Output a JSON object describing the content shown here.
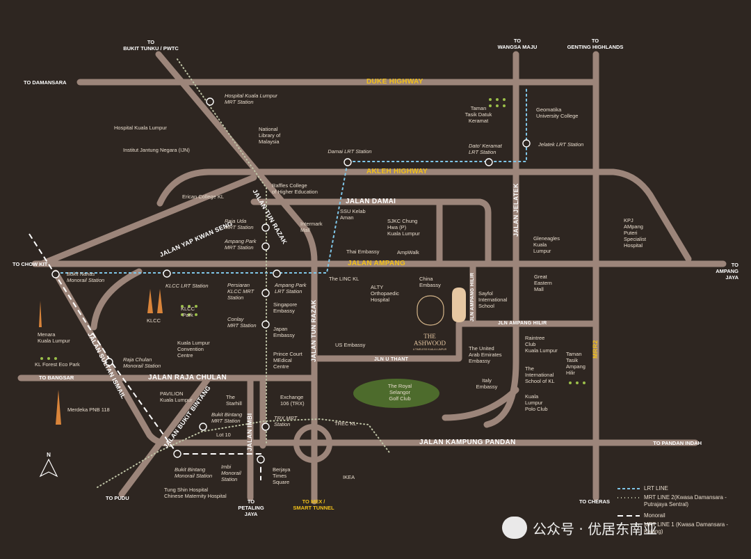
{
  "roads": {
    "duke_highway": "DUKE HIGHWAY",
    "akleh_highway": "AKLEH HIGHWAY",
    "jalan_damai": "JALAN DAMAI",
    "jalan_ampang": "JALAN AMPANG",
    "jalan_tun_razak_n": "JALAN TUN RAZAK",
    "jalan_tun_razak_s": "JALAN TUN RAZAK",
    "jalan_yap_kwan_seng": "JALAN YAP KWAN SENG",
    "jalan_jelatek": "JALAN JELATEK",
    "jalan_raja_chulan": "JALAN RAJA CHULAN",
    "jalan_sultan_ismail": "JALAN SULTAN ISMAIL",
    "jalan_bukit_bintang": "JALAN BUKIT BINTANG",
    "jalan_imbi": "JALAN IMBI",
    "jalan_kampung_pandan": "JALAN KAMPUNG PANDAN",
    "jln_u_thant": "JLN U THANT",
    "jln_ampang_hilir": "JLN AMPANG HILIR",
    "jln_ampang_hilir_v": "JLN AMPANG HILIR",
    "mrr2": "MRR2"
  },
  "directions": {
    "bukit_tunku": "TO\nBUKIT TUNKU / PWTC",
    "wangsa_maju": "TO\nWANGSA MAJU",
    "genting": "TO\nGENTING HIGHLANDS",
    "damansara": "TO DAMANSARA",
    "chow_kit": "TO CHOW KIT",
    "ampang_jaya": "TO AMPANG JAYA",
    "bangsar": "TO BANGSAR",
    "pandan_indah": "TO PANDAN INDAH",
    "pudu": "TO PUDU",
    "petaling_jaya": "TO\nPETALING\nJAYA",
    "mex": "TO MEX /\nSMART TUNNEL",
    "cheras": "TO CHERAS"
  },
  "stations": {
    "hkl_mrt": "Hospital Kuala Lumpur\nMRT Station",
    "damai_lrt": "Damai LRT Station",
    "dato_keramat_lrt": "Dato' Keramat\nLRT Station",
    "jelatek_lrt": "Jelatek LRT Station",
    "raja_uda_mrt": "Raja Uda\nMRT Station",
    "ampang_park_mrt": "Ampang Park\nMRT Station",
    "bukit_nanas": "Bukit Nanas\nMonorail Station",
    "klcc_lrt": "KLCC LRT Station",
    "ampang_park_lrt": "Ampang Park\nLRT Station",
    "persiaran_klcc": "Persiaran\nKLCC MRT\nStation",
    "conlay_mrt": "Conlay\nMRT Station",
    "raja_chulan_mono": "Raja Chulan\nMonorail Station",
    "bukit_bintang_mrt": "Bukit Bintang\nMRT Station",
    "trx_mrt": "TRX MRT\nStation",
    "bukit_bintang_mono": "Bukit Bintang\nMonorail Station",
    "imbi_mono": "Imbi\nMonorail\nStation"
  },
  "places": {
    "hospital_kl": "Hospital Kuala Lumpur",
    "ijn": "Institut Jantung Negara (IJN)",
    "national_library": "National\nLibrary of\nMalaysia",
    "taman_tasik_datuk_keramat": "Taman\nTasik Datuk\nKeramat",
    "geomatika": "Geomatika\nUniversity College",
    "raffles": "Raffles College\nof Higher Education",
    "erican": "Erican College KL",
    "ssu_kelab": "SSU Kelab\nAman",
    "sjkc": "SJKC Chung\nHwa (P)\nKuala Lumpur",
    "intermark": "Intermark\nMall",
    "thai_embassy": "Thai Embassy",
    "ampwalk": "AmpWalk",
    "gleneagles": "Gleneagles\nKuala\nLumpur",
    "kpj": "KPJ\nAMpang\nPuteri\nSpecialist\nHospital",
    "the_linc": "The LINC KL",
    "alty": "ALTY\nOrthopaedic\nHospital",
    "china_embassy": "China\nEmbassy",
    "sayfol": "Sayfol\nInternational\nSchool",
    "great_eastern": "Great\nEastern\nMall",
    "singapore_embassy": "Singapore\nEmbassy",
    "japan_embassy": "Japan\nEmbassy",
    "us_embassy": "US Embassy",
    "prince_court": "Prince Court\nMEdical\nCentre",
    "uae_embassy": "The United\nArab Emirates\nEmbassy",
    "raintree": "Raintree\nClub\nKuala Lumpur",
    "taman_tasik_ampang": "Taman\nTasik\nAmpang\nHilir",
    "isk": "The\nInternational\nSchool of KL",
    "italy_embassy": "Italy\nEmbassy",
    "kl_polo": "Kuala\nLumpur\nPolo Club",
    "menara_kl": "Menara\nKuala Lumpur",
    "forest_eco_park": "KL Forest Eco Park",
    "klcc_park": "KLCC\nPark",
    "klcc": "KLCC",
    "klcc_convention": "Kuala Lumpur\nConvention\nCentre",
    "royal_selangor": "The Royal\nSelangor\nGolf Club",
    "pavilion": "PAVILION\nKuala Lumpur",
    "starhill": "The\nStarhill",
    "exchange_106": "Exchange\n106 (TRX)",
    "trec": "TREC KL",
    "lot10": "Lot 10",
    "merdeka": "Merdeka PNB 118",
    "berjaya": "Berjaya\nTimes\nSquare",
    "ikea": "IKEA",
    "tung_shin": "Tung Shin Hospital\nChinese Maternity Hospital"
  },
  "project": {
    "name": "THE\nASHWOOD",
    "tagline": "A TIMELESS KUALA LUMPUR"
  },
  "legend": {
    "lrt": "LRT LINE",
    "mrt2": "MRT LINE 2(Kwasa Damansara -\nPutrajaya Sentral)",
    "monorail": "Monorail",
    "mrt1": "MRT LINE 1 (Kwasa Damansara -\nKajang)"
  },
  "compass": "N",
  "watermark": "公众号 · 优居东南亚",
  "colors": {
    "background": "#2e2621",
    "road": "#9c857a",
    "highlight": "#f2c11a",
    "lrt_line": "#7fc6e8",
    "mrt_line": "#bfc4a6",
    "monorail": "#ffffff",
    "golf": "#4d6b2c",
    "landmark": "#d9843a"
  }
}
